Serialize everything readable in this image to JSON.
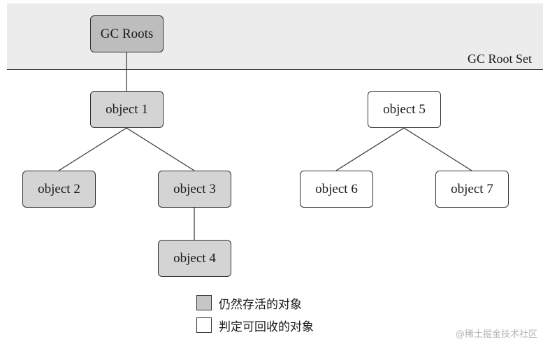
{
  "root_set": {
    "label": "GC Root Set"
  },
  "nodes": {
    "gc_roots": "GC Roots",
    "object_1": "object 1",
    "object_2": "object 2",
    "object_3": "object 3",
    "object_4": "object 4",
    "object_5": "object 5",
    "object_6": "object 6",
    "object_7": "object 7"
  },
  "legend": {
    "alive": "仍然存活的对象",
    "collectable": "判定可回收的对象"
  },
  "watermark": "@稀土掘金技术社区",
  "colors": {
    "root_fill": "#bdbdbd",
    "alive_fill": "#d4d4d4",
    "collectable_fill": "#ffffff",
    "root_set_background": "#ececec",
    "stroke": "#333333"
  }
}
